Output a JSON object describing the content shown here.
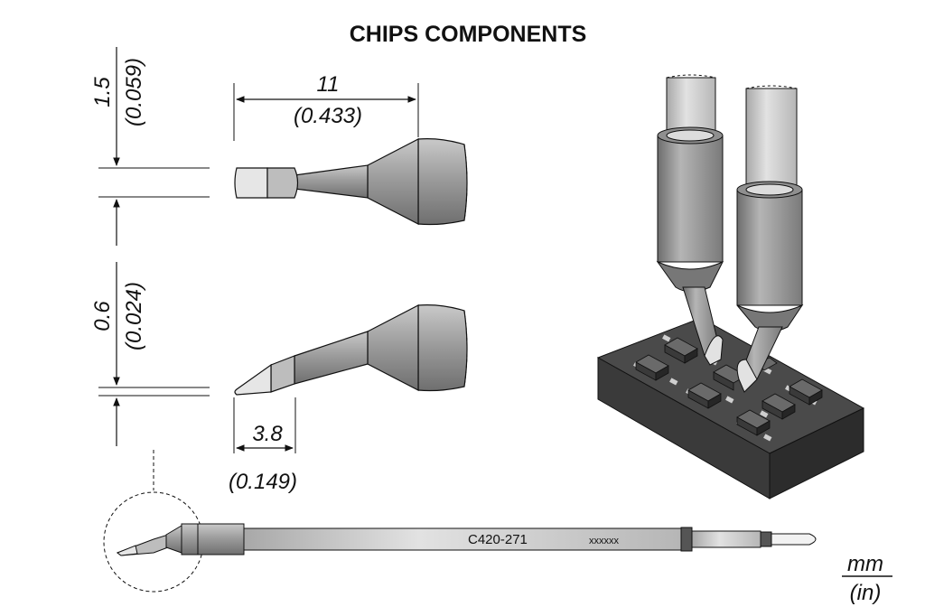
{
  "title": "CHIPS COMPONENTS",
  "dimensions": {
    "length_mm": "11",
    "length_in": "(0.433)",
    "width_mm": "1.5",
    "width_in": "(0.059)",
    "thickness_mm": "0.6",
    "thickness_in": "(0.024)",
    "bevel_mm": "3.8",
    "bevel_in": "(0.149)"
  },
  "cartridge": {
    "part_number": "C420-271",
    "marking": "xxxxxx"
  },
  "units": {
    "primary": "mm",
    "secondary": "(in)"
  },
  "colors": {
    "metal": "#9a9a9a",
    "metal_dark": "#6e6e6e",
    "tip_light": "#d8d8d8",
    "board": "#3c3c3c",
    "line": "#111111"
  }
}
